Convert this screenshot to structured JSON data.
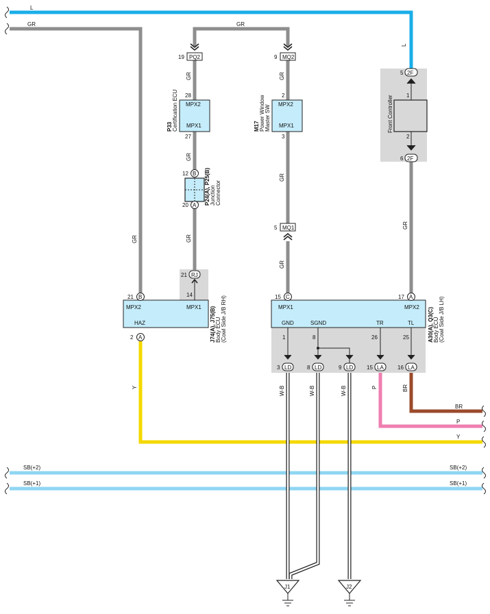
{
  "wires": {
    "L_top": "L",
    "L_right": "L",
    "GR_top_left": "GR",
    "GR_top_mid": "GR",
    "GR_left": "GR",
    "GR_p33_top": "GR",
    "GR_p33_mid": "GR",
    "GR_p33_low": "GR",
    "GR_m17_top": "GR",
    "GR_m17_mid": "GR",
    "GR_m17_low": "GR",
    "GR_fc": "GR",
    "Y_left": "Y",
    "Y_right": "Y",
    "BR_vert": "BR",
    "BR_right": "BR",
    "P_vert": "P",
    "P_right": "P",
    "WB1": "W-B",
    "WB2": "W-B",
    "WB3": "W-B",
    "SB2_left": "SB(+2)",
    "SB2_right": "SB(+2)",
    "SB1_left": "SB(+1)",
    "SB1_right": "SB(+1)"
  },
  "connectors": {
    "pq2_pin": "19",
    "pq2": "PQ2",
    "mq2_pin": "9",
    "mq2": "MQ2",
    "mq1_pin": "5",
    "mq1": "MQ1",
    "rj_pin": "21",
    "rj": "RJ",
    "b_pin_body": "21",
    "b_body": "B",
    "a_pin_haz": "2",
    "a_haz": "A",
    "c_pin": "15",
    "c": "C",
    "a_pin_a30": "17",
    "a_a30": "A",
    "b_junc_pin": "12",
    "b_junc": "B",
    "a_junc_pin": "20",
    "a_junc": "A",
    "fc_top_pin": "5",
    "fc_top": "2F",
    "fc_bot_pin": "6",
    "fc_bot": "2F",
    "ld1_pin": "3",
    "ld1": "LD",
    "ld2_pin": "8",
    "ld2": "LD",
    "ld3_pin": "9",
    "ld3": "LD",
    "la1_pin": "15",
    "la1": "LA",
    "la2_pin": "16",
    "la2": "LA"
  },
  "p33": {
    "code": "P33",
    "name": "Certification ECU",
    "mpx2": "MPX2",
    "mpx1": "MPX1",
    "pin_top": "28",
    "pin_bot": "27"
  },
  "m17": {
    "code": "M17",
    "name1": "Power Window",
    "name2": "Master SW",
    "mpx2": "MPX2",
    "mpx1": "MPX1",
    "pin_top": "2",
    "pin_bot": "3"
  },
  "junction": {
    "code": "P24(A), P25(B)",
    "name1": "Junction",
    "name2": "Connector"
  },
  "body_rh": {
    "code": "J74(A), J75(B)",
    "name1": "Body ECU",
    "name2": "(Cowl Side J/B RH)",
    "mpx2": "MPX2",
    "mpx1": "MPX1",
    "haz": "HAZ",
    "pin14": "14"
  },
  "body_lh": {
    "code": "A30(A), Q3(C)",
    "name1": "Body ECU",
    "name2": "(Cowl Side J/B LH)",
    "mpx1": "MPX1",
    "mpx2": "MPX2",
    "gnd": "GND",
    "sgnd": "SGND",
    "tr": "TR",
    "tl": "TL",
    "pin1": "1",
    "pin8": "8",
    "pin26": "26",
    "pin25": "25"
  },
  "front_controller": {
    "name": "Front Controller",
    "pin1": "1",
    "pin2": "2"
  },
  "grounds": {
    "j1": "J1",
    "j2": "J2"
  }
}
